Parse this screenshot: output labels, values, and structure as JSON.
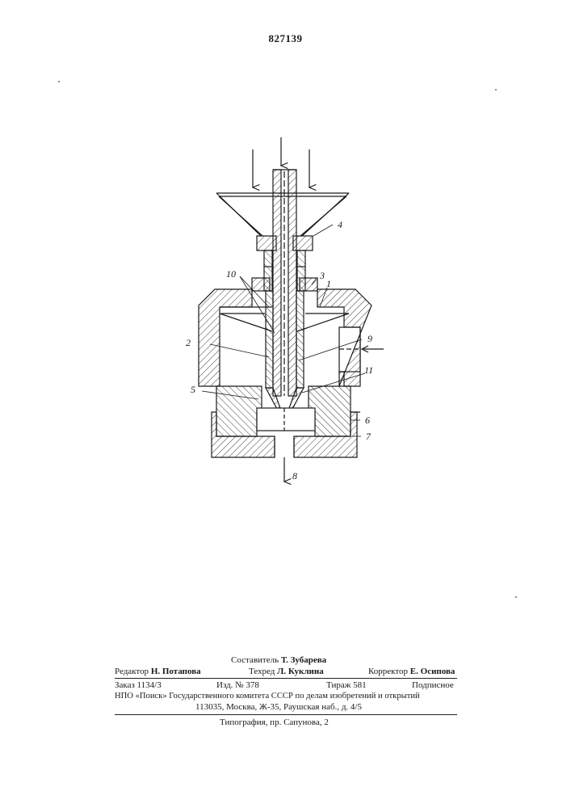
{
  "page": {
    "number": "827139"
  },
  "figure": {
    "labels": {
      "l1": "1",
      "l2": "2",
      "l3": "3",
      "l4": "4",
      "l5": "5",
      "l6": "6",
      "l7": "7",
      "l8": "8",
      "l9": "9",
      "l10": "10",
      "l11": "11"
    }
  },
  "colophon": {
    "compiler_label": "Составитель",
    "compiler_name": "Т. Зубарева",
    "editor_label": "Редактор",
    "editor_name": "Н. Потапова",
    "techred_label": "Техред",
    "techred_name": "Л. Куклина",
    "corrector_label": "Корректор",
    "corrector_name": "Е. Осипова",
    "order": "Заказ 1134/3",
    "edition": "Изд. № 378",
    "circulation": "Тираж 581",
    "subscription": "Подписное",
    "publisher_line": "НПО «Поиск» Государственного комитета СССР по делам изобретений и открытий",
    "address": "113035, Москва, Ж-35, Раушская наб., д. 4/5",
    "printer": "Типография, пр. Сапунова, 2"
  }
}
